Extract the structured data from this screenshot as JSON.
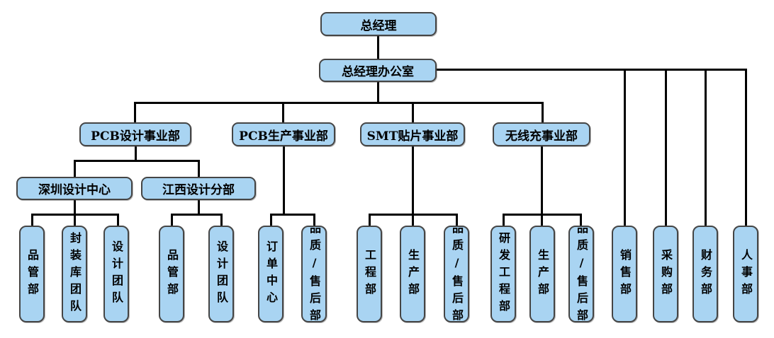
{
  "diagram": {
    "type": "org-chart",
    "colors": {
      "node_fill": "#A9D4F2",
      "node_border": "#454545",
      "connector": "#000000",
      "background": "#FFFFFF",
      "text": "#000000"
    },
    "nodes": {
      "general_manager": "总经理",
      "gm_office": "总经理办公室",
      "divisions": [
        "PCB设计事业部",
        "PCB生产事业部",
        "SMT贴片事业部",
        "无线充事业部"
      ],
      "design_centers": [
        "深圳设计中心",
        "江西设计分部"
      ],
      "shenzhen_teams": [
        "品管部",
        "封装库团队",
        "设计团队"
      ],
      "jiangxi_teams": [
        "品管部",
        "设计团队"
      ],
      "pcb_production_teams": [
        "订单中心",
        "品质/售后部"
      ],
      "smt_teams": [
        "工程部",
        "生产部",
        "品质/售后部"
      ],
      "wireless_teams": [
        "研发工程部",
        "生产部",
        "品质/售后部"
      ],
      "office_departments": [
        "销售部",
        "采购部",
        "财务部",
        "人事部"
      ]
    }
  }
}
